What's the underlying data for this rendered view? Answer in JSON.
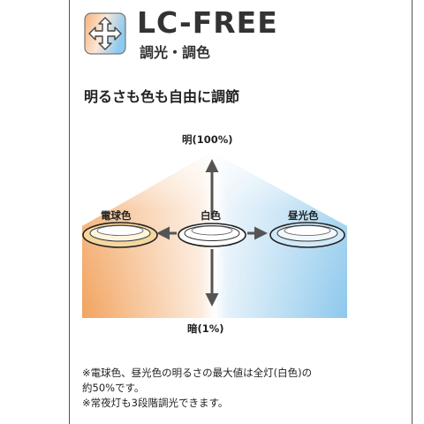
{
  "brand": {
    "title": "LC-FREE",
    "subtitle": "調光・調色"
  },
  "headline": "明るさも色も自由に調節",
  "diagram": {
    "top_label": "明(100%)",
    "bottom_label": "暗(1%)",
    "left_label": "電球色",
    "center_label": "白色",
    "right_label": "昼光色",
    "colors": {
      "warm": "#f2a35e",
      "cool": "#8cc8ec",
      "center": "#ffffff"
    }
  },
  "notes": [
    "※電球色、昼光色の明るさの最大値は全灯(白色)の",
    "約50%です。",
    "※常夜灯も3段階調光できます。"
  ]
}
